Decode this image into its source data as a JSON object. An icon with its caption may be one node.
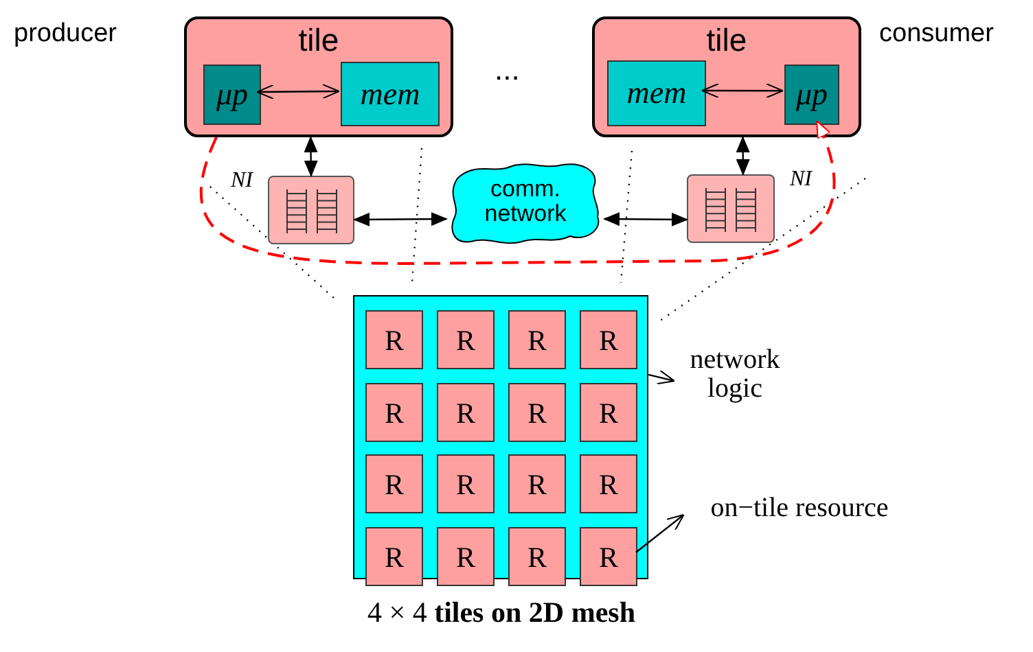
{
  "diagram": {
    "caption": "4 × 4 **tiles on 2D mesh**",
    "nodes": [
      {
        "text": [
          "tile"
        ]
      },
      {
        "text": [
          "μp"
        ],
        "in": 0
      },
      {
        "text": [
          "mem"
        ],
        "in": 0
      },
      {
        "text": [
          "tile"
        ]
      },
      {
        "text": [
          "mem"
        ],
        "in": 3
      },
      {
        "text": [
          "μp"
        ],
        "in": 3
      },
      {
        "text": [],
        "shape": "box",
        "beside": [
          "NI"
        ]
      },
      {
        "text": [
          "comm. network"
        ]
      },
      {
        "text": [],
        "shape": "box",
        "beside": [
          "NI"
        ]
      },
      {
        "text": [],
        "shape": "box"
      },
      {
        "text": [
          "R"
        ],
        "in": 9
      },
      {
        "text": [
          "R"
        ],
        "in": 9
      },
      {
        "text": [
          "R"
        ],
        "in": 9
      },
      {
        "text": [
          "R"
        ],
        "in": 9
      },
      {
        "text": [
          "R"
        ],
        "in": 9
      },
      {
        "text": [
          "R"
        ],
        "in": 9
      },
      {
        "text": [
          "R"
        ],
        "in": 9
      },
      {
        "text": [
          "R"
        ],
        "in": 9
      },
      {
        "text": [
          "R"
        ],
        "in": 9
      },
      {
        "text": [
          "R"
        ],
        "in": 9
      },
      {
        "text": [
          "R"
        ],
        "in": 9
      },
      {
        "text": [
          "R"
        ],
        "in": 9
      },
      {
        "text": [
          "R"
        ],
        "in": 9
      },
      {
        "text": [
          "R"
        ],
        "in": 9
      },
      {
        "text": [
          "R"
        ],
        "in": 9
      },
      {
        "text": [
          "R"
        ],
        "in": 9
      },
      {
        "text": [
          "network logic"
        ]
      },
      {
        "text": [
          "on−tile resource"
        ]
      }
    ],
    "edges": [
      {
        "from": 1,
        "to": 2,
        "arrow": "both"
      },
      {
        "from": 0,
        "to": 6,
        "arrow": "both"
      },
      {
        "from": 6,
        "to": 7,
        "arrow": "both"
      },
      {
        "from": 7,
        "to": 8,
        "arrow": "both"
      },
      {
        "from": 8,
        "to": 3,
        "arrow": "both"
      },
      {
        "from": 4,
        "to": 5,
        "arrow": "both"
      },
      {
        "from": 0,
        "to": 5,
        "arrow": "to",
        "style": "dashed",
        "color": "#ff0000"
      },
      {
        "from": 9,
        "to": 26,
        "arrow": "to"
      },
      {
        "from": 25,
        "to": 27,
        "arrow": "to"
      }
    ],
    "labels": [
      "producer",
      "...",
      "consumer"
    ]
  }
}
